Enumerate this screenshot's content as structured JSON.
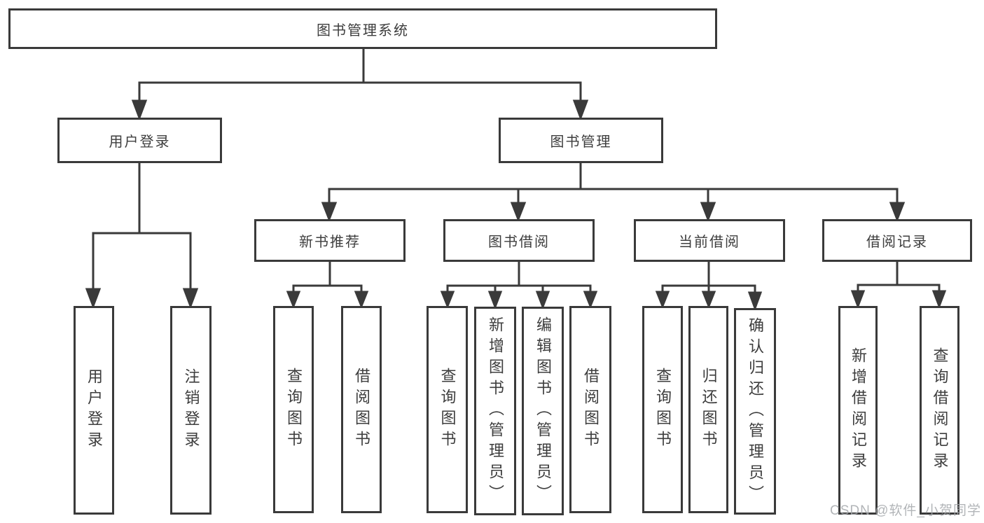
{
  "diagram": {
    "type": "hierarchy-tree",
    "tree": {
      "root": {
        "label": "图书管理系统",
        "children": [
          {
            "label": "用户登录",
            "children": [
              {
                "label": "用户登录"
              },
              {
                "label": "注销登录"
              }
            ]
          },
          {
            "label": "图书管理",
            "children": [
              {
                "label": "新书推荐",
                "children": [
                  {
                    "label": "查询图书"
                  },
                  {
                    "label": "借阅图书"
                  }
                ]
              },
              {
                "label": "图书借阅",
                "children": [
                  {
                    "label": "查询图书"
                  },
                  {
                    "label": "新增图书（管理员）"
                  },
                  {
                    "label": "编辑图书（管理员）"
                  },
                  {
                    "label": "借阅图书"
                  }
                ]
              },
              {
                "label": "当前借阅",
                "children": [
                  {
                    "label": "查询图书"
                  },
                  {
                    "label": "归还图书"
                  },
                  {
                    "label": "确认归还（管理员）"
                  }
                ]
              },
              {
                "label": "借阅记录",
                "children": [
                  {
                    "label": "新增借阅记录"
                  },
                  {
                    "label": "查询借阅记录"
                  }
                ]
              }
            ]
          }
        ]
      }
    },
    "colors": {
      "line": "#3a3a3a",
      "text": "#3d3d3d",
      "box_fill": "#ffffff",
      "background": "#ffffff",
      "watermark": "#a5a8ac"
    }
  },
  "watermark": {
    "text": "CSDN @软件_小贺同学"
  }
}
